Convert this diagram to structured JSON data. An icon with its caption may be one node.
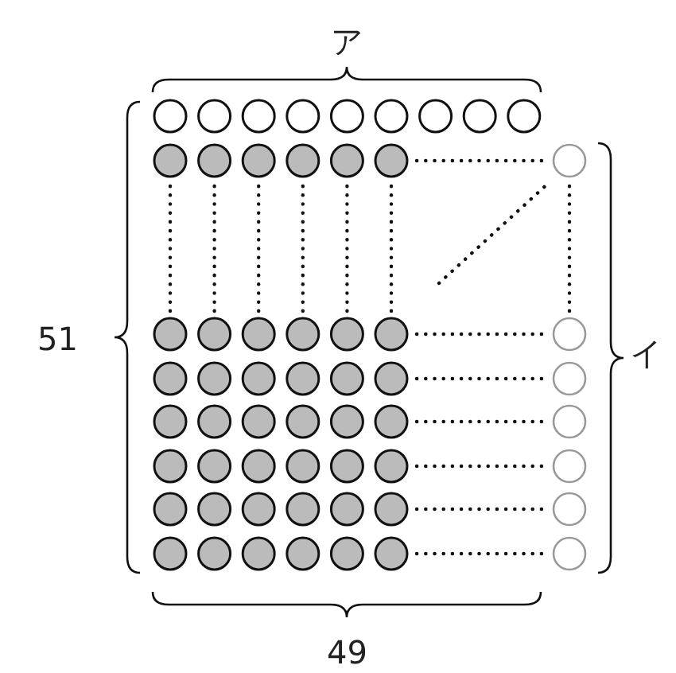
{
  "diagram": {
    "labels": [
      "ア",
      "51",
      "イ",
      "49"
    ]
  }
}
